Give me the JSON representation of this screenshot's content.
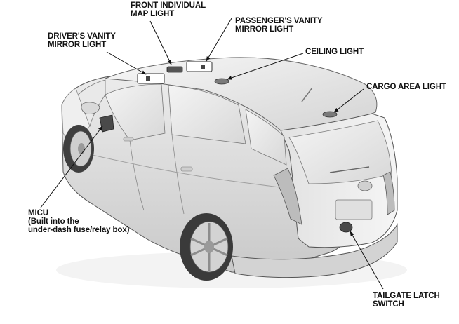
{
  "colors": {
    "line": "#111111",
    "body_light": "#f2f2f2",
    "body_mid": "#dcdcdc",
    "body_dark": "#b9b9b9",
    "glass": "#e6e6e6",
    "component": "#4a4a4a"
  },
  "callouts": {
    "front_map_light": {
      "line1": "FRONT INDIVIDUAL",
      "line2": "MAP LIGHT"
    },
    "passenger_vanity": {
      "line1": "PASSENGER'S VANITY",
      "line2": "MIRROR LIGHT"
    },
    "driver_vanity": {
      "line1": "DRIVER'S VANITY",
      "line2": "MIRROR LIGHT"
    },
    "ceiling_light": {
      "line1": "CEILING LIGHT"
    },
    "cargo_area_light": {
      "line1": "CARGO AREA LIGHT"
    },
    "micu": {
      "line1": "MICU",
      "line2": "(Built into the",
      "line3": "under-dash fuse/relay box)"
    },
    "tailgate_switch": {
      "line1": "TAILGATE LATCH",
      "line2": "SWITCH"
    }
  }
}
